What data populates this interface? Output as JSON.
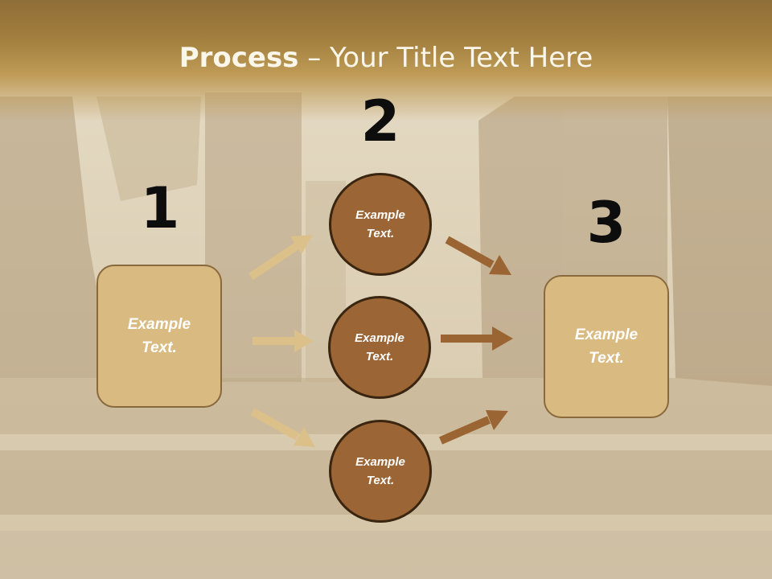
{
  "title": {
    "bold": "Process",
    "rest": " – Your Title Text Here"
  },
  "numbers": [
    "1",
    "2",
    "3"
  ],
  "left_box": {
    "text": "Example\nText."
  },
  "right_box": {
    "text": "Example\nText."
  },
  "circles": [
    {
      "text": "Example\nText."
    },
    {
      "text": "Example\nText."
    },
    {
      "text": "Example\nText."
    }
  ],
  "colors": {
    "header": "#a4813f",
    "box_fill": "#d9bb82",
    "circle_fill": "#9b6535",
    "arrow_light": "#dcc08a",
    "arrow_dark": "#9a6533"
  }
}
